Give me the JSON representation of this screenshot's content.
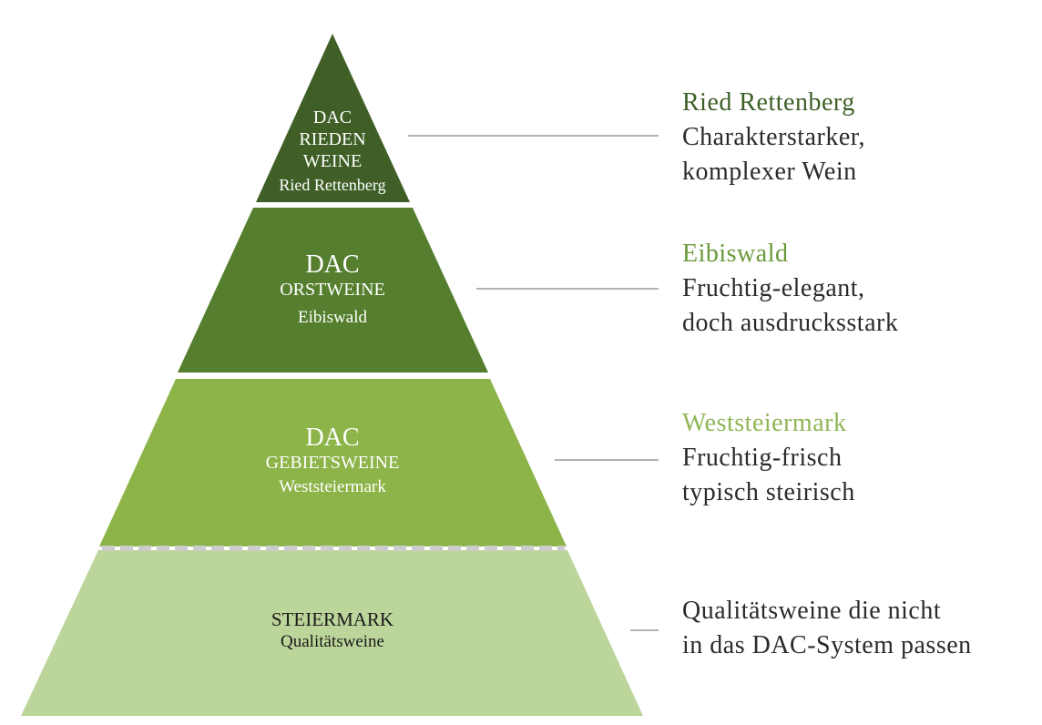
{
  "colors": {
    "tier_1": "#3f5f27",
    "tier_2": "#557f2e",
    "tier_3": "#8db449",
    "tier_4": "#bcd59a",
    "connector": "#9a9a9a",
    "dashed_divider": "#cccccc"
  },
  "tiers": [
    {
      "lines": [
        "DAC",
        "RIEDEN",
        "WEINE"
      ],
      "sub": "Ried Rettenberg"
    },
    {
      "title": "DAC",
      "category": "ORSTWEINE",
      "sub": "Eibiswald"
    },
    {
      "title": "DAC",
      "category": "GEBIETSWEINE",
      "sub": "Weststeiermark"
    },
    {
      "category": "STEIERMARK",
      "sub": "Qualitätsweine"
    }
  ],
  "descriptions": [
    {
      "heading": "Ried Rettenberg",
      "lines": [
        "Charakterstarker,",
        "komplexer Wein"
      ]
    },
    {
      "heading": "Eibiswald",
      "lines": [
        "Fruchtig-elegant,",
        "doch ausdrucksstark"
      ]
    },
    {
      "heading": "Weststeiermark",
      "lines": [
        "Fruchtig-frisch",
        "typisch steirisch"
      ]
    },
    {
      "lines": [
        "Qualitätsweine die nicht",
        "in das DAC-System passen"
      ]
    }
  ]
}
